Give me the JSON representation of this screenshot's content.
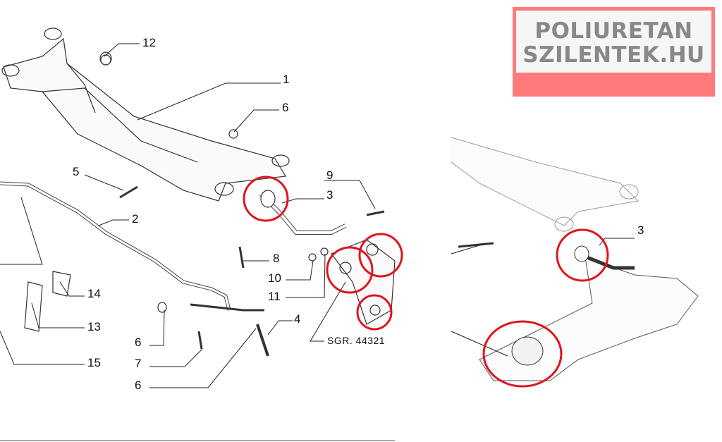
{
  "logo": {
    "line1": "POLIURETAN",
    "line2": "SZILENTEK.HU",
    "bg_color": "#ff7b7b",
    "text_color": "#888888"
  },
  "left_diagram": {
    "callouts": [
      {
        "id": "12",
        "label": "12"
      },
      {
        "id": "1",
        "label": "1"
      },
      {
        "id": "6a",
        "label": "6"
      },
      {
        "id": "5",
        "label": "5"
      },
      {
        "id": "9",
        "label": "9"
      },
      {
        "id": "3",
        "label": "3"
      },
      {
        "id": "2",
        "label": "2"
      },
      {
        "id": "8",
        "label": "8"
      },
      {
        "id": "10",
        "label": "10"
      },
      {
        "id": "11",
        "label": "11"
      },
      {
        "id": "14",
        "label": "14"
      },
      {
        "id": "13",
        "label": "13"
      },
      {
        "id": "4",
        "label": "4"
      },
      {
        "id": "6b",
        "label": "6"
      },
      {
        "id": "7",
        "label": "7"
      },
      {
        "id": "15",
        "label": "15"
      },
      {
        "id": "6c",
        "label": "6"
      }
    ],
    "reference": "SGR. 44321"
  },
  "right_diagram": {
    "callouts": [
      {
        "id": "3",
        "label": "3"
      }
    ]
  },
  "highlight_color": "#e0141e"
}
